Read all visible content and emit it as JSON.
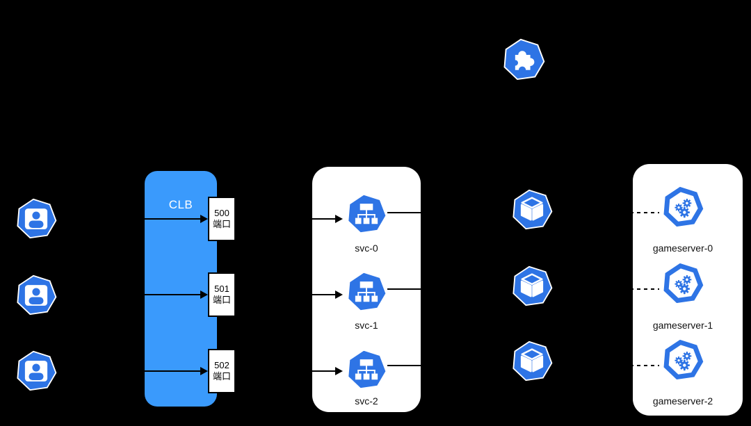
{
  "colors": {
    "canvas_background": "#000000",
    "kubernetes_blue": "#2E74E5",
    "clb_blue": "#3A9AFC",
    "group_box_white": "#FFFFFF",
    "line_black": "#000000",
    "label_black": "#111111"
  },
  "diagram": {
    "users": {
      "icon": "user-icon",
      "count": 3
    },
    "clb": {
      "label": "CLB",
      "ports": [
        {
          "number": "500",
          "unit": "端口"
        },
        {
          "number": "501",
          "unit": "端口"
        },
        {
          "number": "502",
          "unit": "端口"
        }
      ]
    },
    "services": [
      {
        "icon": "kubernetes-service-icon",
        "label": "svc-0"
      },
      {
        "icon": "kubernetes-service-icon",
        "label": "svc-1"
      },
      {
        "icon": "kubernetes-service-icon",
        "label": "svc-2"
      }
    ],
    "pods": {
      "icon": "pod-cube-icon",
      "count": 3
    },
    "gameservers": [
      {
        "icon": "gameserver-gears-icon",
        "label": "gameserver-0"
      },
      {
        "icon": "gameserver-gears-icon",
        "label": "gameserver-1"
      },
      {
        "icon": "gameserver-gears-icon",
        "label": "gameserver-2"
      }
    ],
    "controller": {
      "icon": "puzzle-plugin-icon"
    }
  }
}
